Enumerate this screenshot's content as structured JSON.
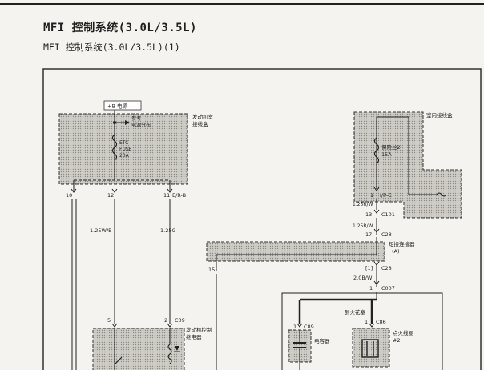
{
  "header": {
    "title": "MFI 控制系统(3.0L/3.5L)",
    "subtitle": "MFI 控制系统(3.0L/3.5L)(1)"
  },
  "left_box": {
    "supply_tag": "+B 电源",
    "name_line1": "发动机室",
    "name_line2": "接线盒",
    "ref_line1": "参考",
    "ref_line2": "电源分布",
    "fuse_line1": "ETC",
    "fuse_line2": "FUSE",
    "fuse_line3": "20A",
    "pin_10": "10",
    "pin_12": "12",
    "pin_11": "11",
    "pin_11_conn": "E/R-B"
  },
  "left_wires": {
    "wire_a": "1.25W/B",
    "wire_b": "1.25G"
  },
  "relay": {
    "pin_5": "5",
    "pin_2": "2",
    "conn": "C09",
    "name_line1": "发动机控制",
    "name_line2": "继电器"
  },
  "right_box": {
    "name": "室内接线盒",
    "fuse_line1": "保险丝2",
    "fuse_line2": "15A",
    "pin_1": "1",
    "pin_1_conn": "I/P-C",
    "wire_1": "1.25R/W",
    "pin_13": "13",
    "conn_c101": "C101",
    "wire_2": "1.25R/W",
    "pin_17": "17",
    "conn_c28": "C28"
  },
  "joint": {
    "name": "短接连接器",
    "sub": "(A)",
    "pin_15": "15",
    "pin_1": "[1]",
    "conn": "C28",
    "wire": "2.0B/W",
    "pin_bottom": "1",
    "conn_bottom": "C007"
  },
  "components": {
    "cap_pin": "1",
    "cap_conn": "C89",
    "cap_name": "电容器",
    "coil_group": "到火花塞",
    "coil_pin": "1",
    "coil_conn": "C86",
    "coil_name_line1": "点火线圈",
    "coil_name_line2": "#2"
  }
}
